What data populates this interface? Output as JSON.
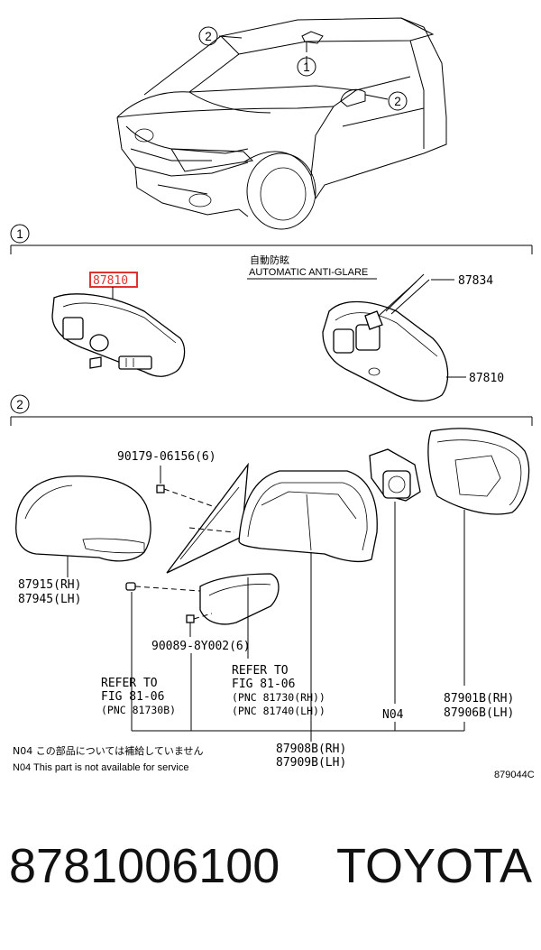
{
  "callouts": {
    "one": "1",
    "two": "2"
  },
  "section_one": {
    "header_jp": "自動防眩",
    "header_en": "AUTOMATIC ANTI-GLARE",
    "highlighted_part": "87810",
    "part_87834": "87834",
    "part_87810": "87810"
  },
  "section_two": {
    "bolt": "90179-06156(6)",
    "cover_rh": "87915(RH)",
    "cover_lh": "87945(LH)",
    "screw": "90089-8Y002(6)",
    "refer1_line1": "REFER TO",
    "refer1_line2": "FIG 81-06",
    "refer1_line3": "(PNC 81730B)",
    "refer2_line1": "REFER TO",
    "refer2_line2": "FIG 81-06",
    "refer2_line3": "(PNC 81730(RH))",
    "refer2_line4": "(PNC 81740(LH))",
    "n04": "N04",
    "glass_rh": "87901B(RH)",
    "glass_lh": "87906B(LH)",
    "assy_rh": "87908B(RH)",
    "assy_lh": "87909B(LH)"
  },
  "notes": {
    "jp": "N04 この部品については補給していません",
    "en": "N04 This part is not available for service"
  },
  "figure_id": "879044C",
  "footer": {
    "part_number": "8781006100",
    "brand": "TOYOTA"
  },
  "colors": {
    "highlight": "#e0322f"
  }
}
